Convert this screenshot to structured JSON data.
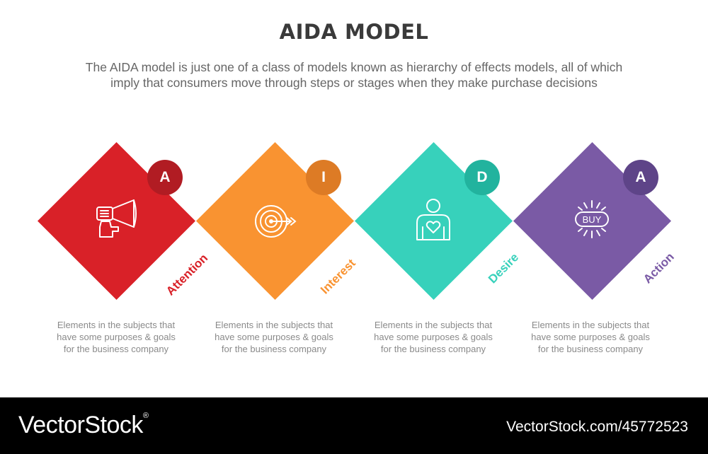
{
  "title": "AIDA MODEL",
  "subtitle_line1": "The AIDA model is just one of a class of models known as hierarchy of effects models, all of which",
  "subtitle_line2": "imply that consumers move through steps or stages when they make purchase decisions",
  "steps": [
    {
      "letter": "A",
      "label": "Attention",
      "icon": "megaphone-icon",
      "color": "#d92128",
      "dark": "#b11c23",
      "desc1": "Elements in the subjects that",
      "desc2": "have  some purposes & goals",
      "desc3": "for the  business company"
    },
    {
      "letter": "I",
      "label": "Interest",
      "icon": "target-icon",
      "color": "#f99331",
      "dark": "#dd7b25",
      "desc1": "Elements in the subjects that",
      "desc2": "have  some purposes & goals",
      "desc3": "for the  business company"
    },
    {
      "letter": "D",
      "label": "Desire",
      "icon": "person-heart-icon",
      "color": "#37d1bb",
      "dark": "#22b39e",
      "desc1": "Elements in the subjects that",
      "desc2": "have  some purposes & goals",
      "desc3": "for the  business company"
    },
    {
      "letter": "A",
      "label": "Action",
      "icon": "buy-badge-icon",
      "color": "#7a5aa5",
      "dark": "#5e4488",
      "desc1": "Elements in the subjects that",
      "desc2": "have  some purposes & goals",
      "desc3": "for the  business company"
    }
  ],
  "buy_text": "BUY",
  "footer": {
    "brand": "VectorStock",
    "brand_mark": "®",
    "url": "VectorStock.com/45772523"
  }
}
